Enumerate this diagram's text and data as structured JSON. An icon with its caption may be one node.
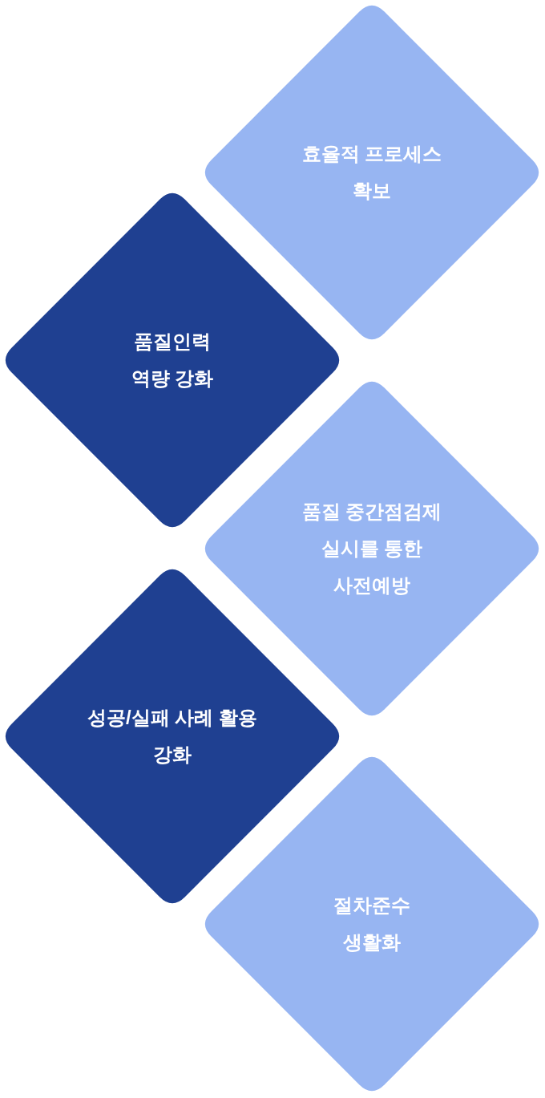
{
  "diagram": {
    "nodes": [
      {
        "text": [
          "효율적 프로세스 확보"
        ]
      },
      {
        "text": [
          "품질인력 역량 강화"
        ]
      },
      {
        "text": [
          "품질 중간점검제 실시를 통한 사전예방"
        ]
      },
      {
        "text": [
          "성공/실패 사례 활용 강화"
        ]
      },
      {
        "text": [
          "절차준수 생활화"
        ]
      }
    ]
  }
}
